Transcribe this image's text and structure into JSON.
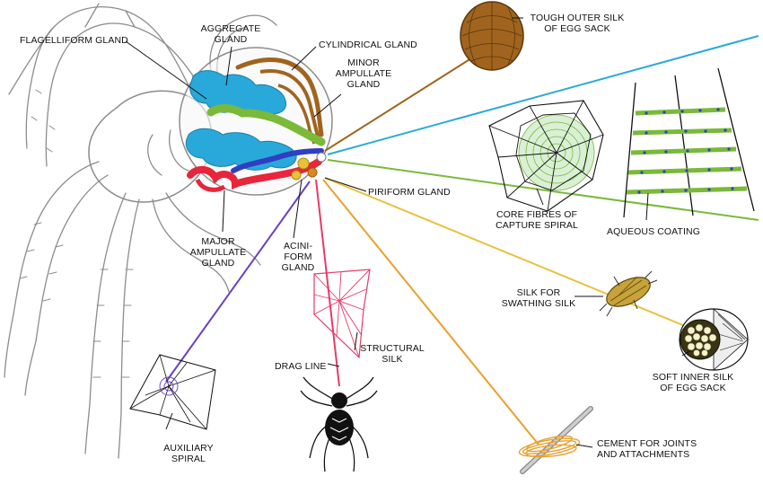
{
  "labels": {
    "flagelliform": "FLAGELLIFORM GLAND",
    "aggregate": [
      "AGGREGATE",
      "GLAND"
    ],
    "cylindrical": "CYLINDRICAL GLAND",
    "minor_ampullate": [
      "MINOR",
      "AMPULLATE",
      "GLAND"
    ],
    "tough_outer": [
      "TOUGH OUTER SILK",
      "OF EGG SACK"
    ],
    "piriform": "PIRIFORM GLAND",
    "core_fibres": [
      "CORE FIBRES OF",
      "CAPTURE SPIRAL"
    ],
    "aqueous": "AQUEOUS COATING",
    "major_ampullate": [
      "MAJOR",
      "AMPULLATE",
      "GLAND"
    ],
    "aciniform": [
      "ACINI-",
      "FORM",
      "GLAND"
    ],
    "swathing": [
      "SILK FOR",
      "SWATHING SILK"
    ],
    "structural": [
      "STRUCTURAL",
      "SILK"
    ],
    "drag_line": "DRAG LINE",
    "soft_inner": [
      "SOFT INNER SILK",
      "OF EGG SACK"
    ],
    "auxiliary": [
      "AUXILIARY",
      "SPIRAL"
    ],
    "cement": [
      "CEMENT FOR JOINTS",
      "AND ATTACHMENTS"
    ]
  },
  "colors": {
    "flagelliform": "#29a9d9",
    "aggregate": "#7ab93a",
    "cylindrical": "#a0641e",
    "minor_ampullate": "#2f3fc2",
    "major_ampullate": "#e8253a",
    "aciniform": "#d98a1e",
    "piriform": "#e8c23a",
    "drag_line": "#e83a6a",
    "auxiliary": "#6a3fc2",
    "cement": "#e8a030",
    "sketch": "#8c8c8c"
  },
  "icons": [
    "spider-body-sketch",
    "egg-sack-icon",
    "orb-web-icon",
    "capture-thread-icon",
    "wrapped-prey-icon",
    "egg-sack-section-icon",
    "structural-web-icon",
    "hanging-spider-icon",
    "auxiliary-web-icon",
    "cement-bundle-icon"
  ]
}
